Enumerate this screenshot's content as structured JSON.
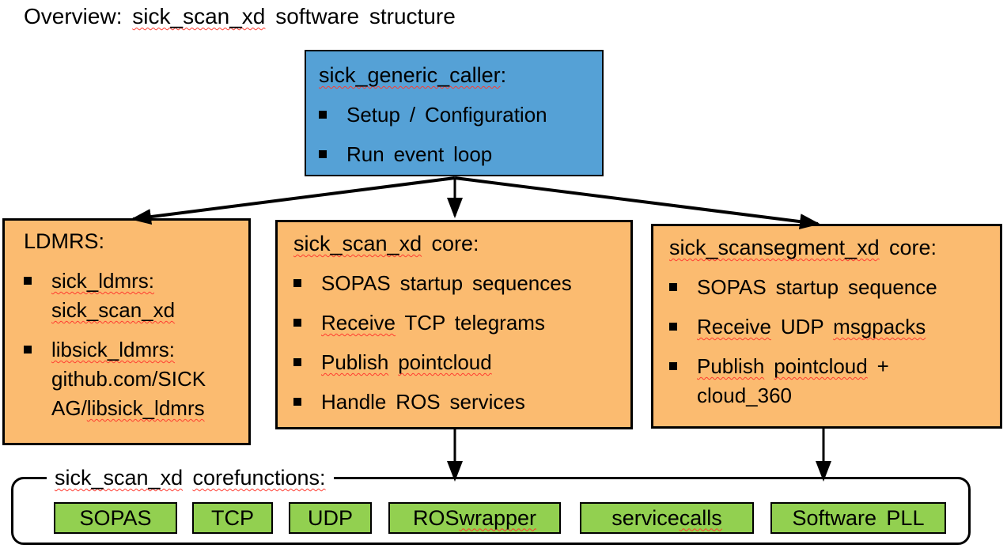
{
  "page_title": {
    "segments": [
      {
        "t": "Overview: "
      },
      {
        "t": "sick_scan_xd",
        "w": true
      },
      {
        "t": " software structure"
      }
    ]
  },
  "generic_caller": {
    "title": [
      {
        "t": "sick_generic_caller",
        "w": true
      },
      {
        "t": ":"
      }
    ],
    "bullets": [
      [
        {
          "t": "Setup / Configuration"
        }
      ],
      [
        {
          "t": "Run event loop"
        }
      ]
    ]
  },
  "ldmrs": {
    "title": [
      {
        "t": "LDMRS:"
      }
    ],
    "bullets": [
      [
        {
          "t": "sick_ldmrs:",
          "w": true
        },
        {
          "t": "\n"
        },
        {
          "t": "sick_scan_xd",
          "w": true
        }
      ],
      [
        {
          "t": "libsick_ldmrs:",
          "w": true
        },
        {
          "t": "\ngithub.com/SICK\nAG/"
        },
        {
          "t": "libsick_ldmrs",
          "w": true
        }
      ]
    ]
  },
  "scan_core": {
    "title": [
      {
        "t": "sick_scan_xd",
        "w": true
      },
      {
        "t": " core:"
      }
    ],
    "bullets": [
      [
        {
          "t": "SOPAS startup sequences"
        }
      ],
      [
        {
          "t": "Receive",
          "w": true
        },
        {
          "t": " TCP telegrams"
        }
      ],
      [
        {
          "t": "Publish",
          "w": true
        },
        {
          "t": " "
        },
        {
          "t": "pointcloud",
          "w": true
        }
      ],
      [
        {
          "t": "Handle ROS services"
        }
      ]
    ]
  },
  "scansegment_core": {
    "title": [
      {
        "t": "sick_scansegment_xd",
        "w": true
      },
      {
        "t": " core:"
      }
    ],
    "bullets": [
      [
        {
          "t": "SOPAS startup sequence"
        }
      ],
      [
        {
          "t": "Receive",
          "w": true
        },
        {
          "t": " UDP "
        },
        {
          "t": "msgpacks",
          "w": true
        }
      ],
      [
        {
          "t": "Publish",
          "w": true
        },
        {
          "t": " "
        },
        {
          "t": "pointcloud",
          "w": true
        },
        {
          "t": " +\ncloud_360"
        }
      ]
    ]
  },
  "corefunctions": {
    "label": [
      {
        "t": "sick_scan_xd",
        "w": true
      },
      {
        "t": " "
      },
      {
        "t": "corefunctions:",
        "w": true
      }
    ],
    "modules": [
      [
        {
          "t": "SOPAS"
        }
      ],
      [
        {
          "t": "TCP"
        }
      ],
      [
        {
          "t": "UDP"
        }
      ],
      [
        {
          "t": "ROS "
        },
        {
          "t": "wrapper",
          "w": true
        }
      ],
      [
        {
          "t": "service "
        },
        {
          "t": "calls",
          "w": true
        }
      ],
      [
        {
          "t": "Software PLL"
        }
      ]
    ]
  },
  "colors": {
    "caller_box": "#55a1d6",
    "module_box": "#fbbb70",
    "function_chip": "#92d050",
    "squiggle": "#ff3b30",
    "border": "#000000",
    "background": "#ffffff"
  }
}
